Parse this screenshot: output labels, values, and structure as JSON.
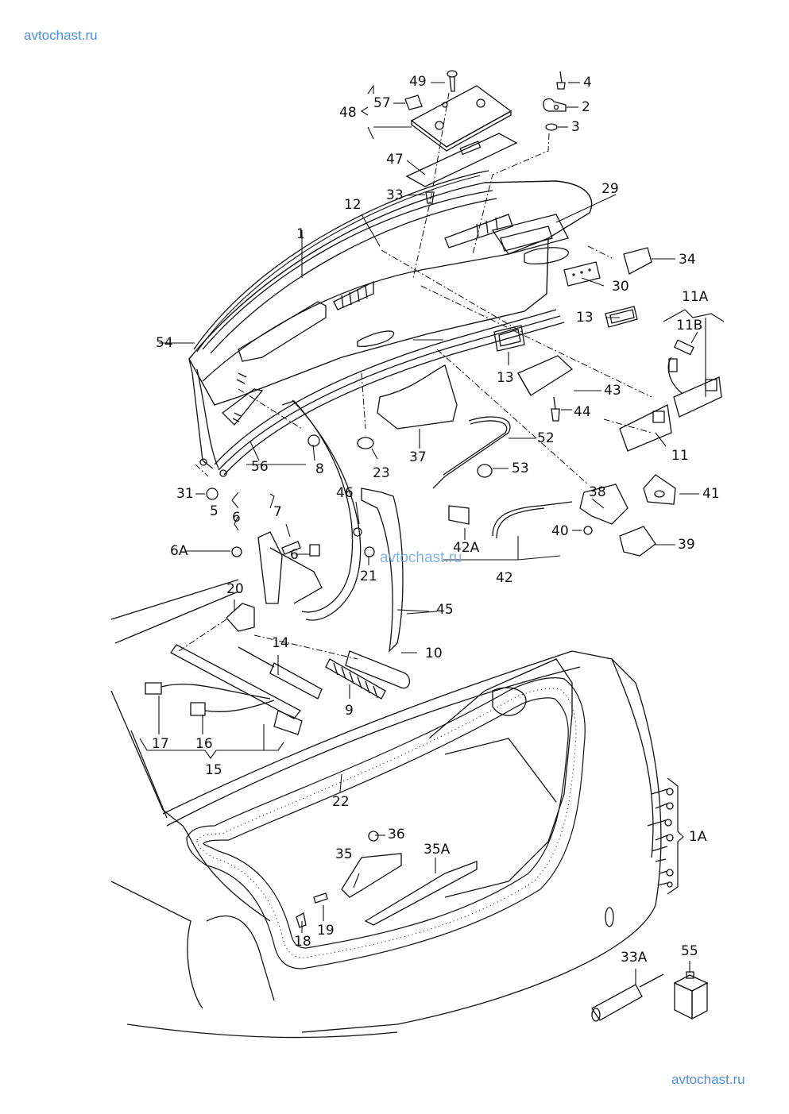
{
  "watermark": {
    "top_left": "avtochast.ru",
    "center": "avtochast.ru",
    "bottom_right": "avtochast.ru",
    "color": "#4a8fe0"
  },
  "diagram": {
    "subject": "Trunk lid (boot lid) assembly exploded view",
    "callouts": {
      "c1": "1",
      "c1A": "1A",
      "c2": "2",
      "c3": "3",
      "c4": "4",
      "c5": "5",
      "c6a": "6",
      "c6b": "6",
      "c6A": "6A",
      "c7": "7",
      "c8": "8",
      "c9": "9",
      "c10": "10",
      "c11": "11",
      "c11A": "11A",
      "c11B": "11B",
      "c12": "12",
      "c13a": "13",
      "c13b": "13",
      "c14": "14",
      "c15": "15",
      "c16": "16",
      "c17": "17",
      "c18": "18",
      "c19": "19",
      "c20": "20",
      "c21": "21",
      "c22": "22",
      "c23": "23",
      "c29": "29",
      "c30": "30",
      "c31": "31",
      "c33": "33",
      "c33A": "33A",
      "c34": "34",
      "c35": "35",
      "c35A": "35A",
      "c36": "36",
      "c37": "37",
      "c38": "38",
      "c39": "39",
      "c40": "40",
      "c41": "41",
      "c42": "42",
      "c42A": "42A",
      "c43": "43",
      "c44": "44",
      "c45": "45",
      "c46": "46",
      "c47": "47",
      "c48": "48",
      "c49": "49",
      "c52": "52",
      "c53": "53",
      "c54": "54",
      "c55": "55",
      "c56": "56",
      "c57": "57"
    }
  }
}
